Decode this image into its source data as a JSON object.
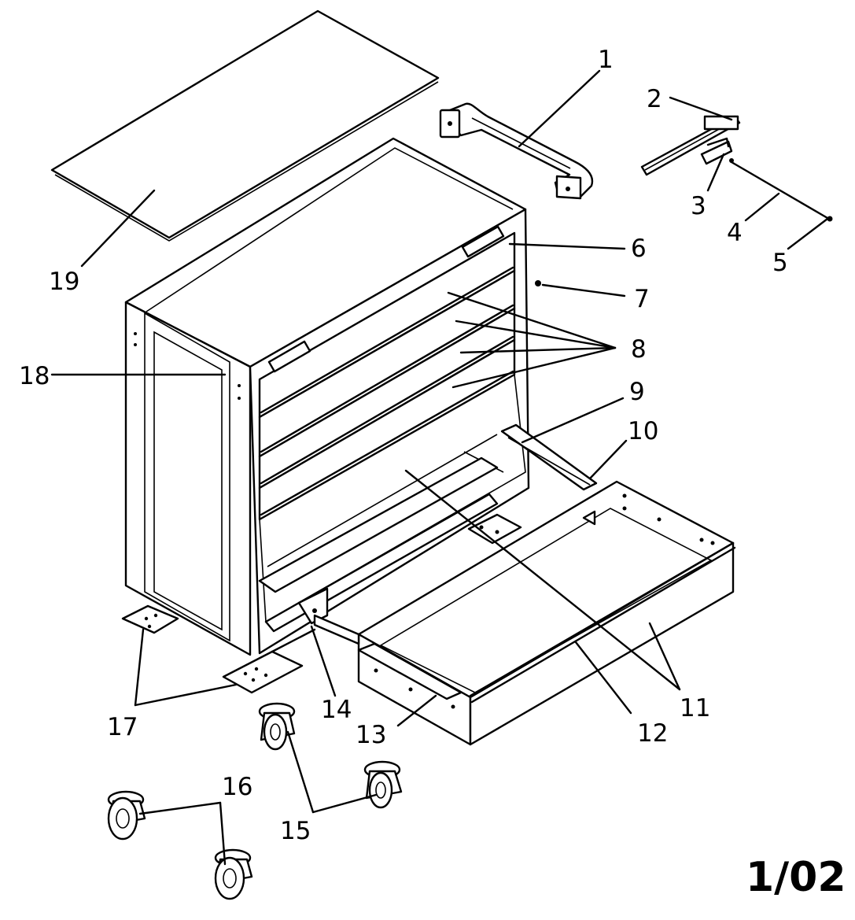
{
  "page_number": "1/02",
  "callouts": [
    {
      "id": "c1",
      "text": "1"
    },
    {
      "id": "c2",
      "text": "2"
    },
    {
      "id": "c3",
      "text": "3"
    },
    {
      "id": "c4",
      "text": "4"
    },
    {
      "id": "c5",
      "text": "5"
    },
    {
      "id": "c6",
      "text": "6"
    },
    {
      "id": "c7",
      "text": "7"
    },
    {
      "id": "c8",
      "text": "8"
    },
    {
      "id": "c9",
      "text": "9"
    },
    {
      "id": "c10",
      "text": "10"
    },
    {
      "id": "c11",
      "text": "11"
    },
    {
      "id": "c12",
      "text": "12"
    },
    {
      "id": "c13",
      "text": "13"
    },
    {
      "id": "c14",
      "text": "14"
    },
    {
      "id": "c15",
      "text": "15"
    },
    {
      "id": "c16",
      "text": "16"
    },
    {
      "id": "c17",
      "text": "17"
    },
    {
      "id": "c18",
      "text": "18"
    },
    {
      "id": "c19",
      "text": "19"
    }
  ]
}
